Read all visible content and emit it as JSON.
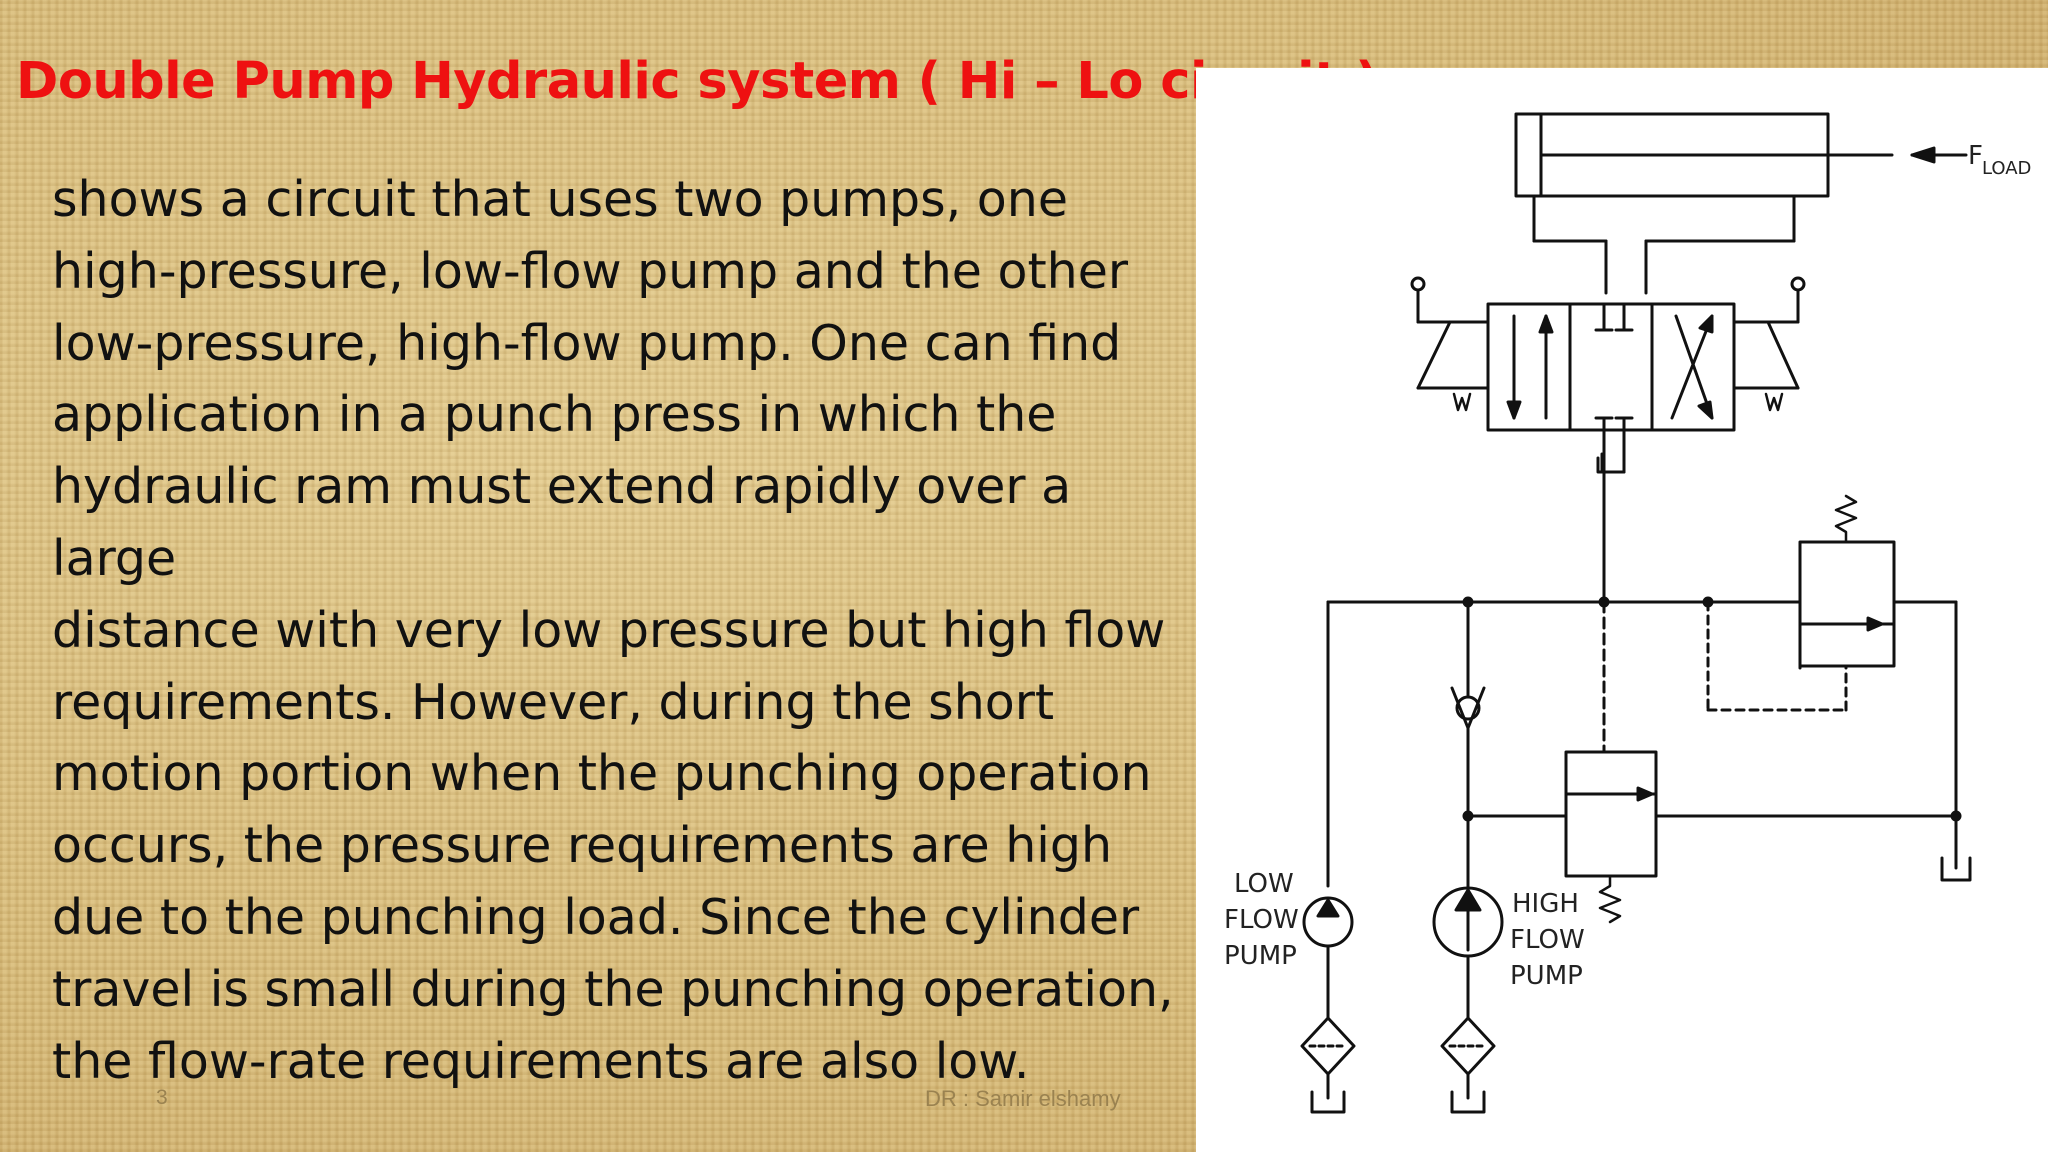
{
  "slide": {
    "title": "Double Pump Hydraulic system ( Hi – Lo circuit )",
    "body_lines": [
      "shows a circuit that uses two pumps, one",
      "high-pressure, low-flow pump and the other",
      "low-pressure, high-flow pump. One can find",
      "application in a punch press in which the",
      "hydraulic ram must extend rapidly over a large",
      "distance with very low pressure but high flow",
      "requirements. However, during the short",
      "motion portion when the punching operation",
      "occurs, the pressure requirements are high",
      "due to the punching load. Since the cylinder",
      "travel is small during the punching operation,",
      "the flow-rate requirements are also low."
    ],
    "slide_number": "3",
    "footer": "DR : Samir elshamy"
  },
  "diagram": {
    "load_label": "F",
    "load_subscript": "LOAD",
    "low_pump_label": [
      "LOW",
      "FLOW",
      "PUMP"
    ],
    "high_pump_label": [
      "HIGH",
      "FLOW",
      "PUMP"
    ]
  }
}
